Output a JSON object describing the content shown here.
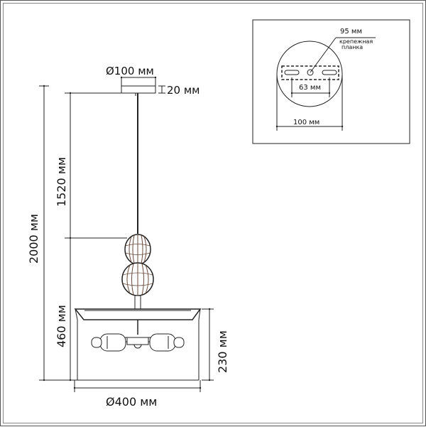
{
  "dimensions": {
    "canopy_diameter": "Ø100 мм",
    "canopy_height": "20 мм",
    "cord_length": "1520 мм",
    "total_height": "2000 мм",
    "body_height": "460 мм",
    "shade_height": "230 мм",
    "shade_diameter": "Ø400 мм"
  },
  "inset": {
    "bracket_length": "95 мм",
    "bracket_label_line1": "крепежная",
    "bracket_label_line2": "планка",
    "hole_spacing": "63 мм",
    "canopy_width": "100 мм"
  },
  "colors": {
    "line": "#222222",
    "glass": "#6b4a3a",
    "background": "#ffffff"
  }
}
